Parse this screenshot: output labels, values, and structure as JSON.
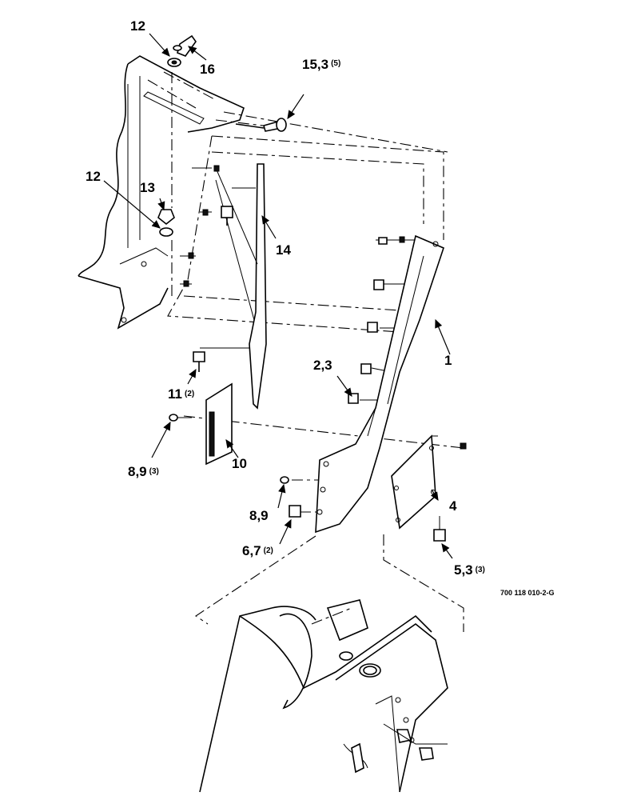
{
  "callouts": [
    {
      "id": "c1",
      "label": "1",
      "qty": ""
    },
    {
      "id": "c2",
      "label": "2,3",
      "qty": ""
    },
    {
      "id": "c4",
      "label": "4",
      "qty": ""
    },
    {
      "id": "c5",
      "label": "5,3",
      "qty": "(3)"
    },
    {
      "id": "c6",
      "label": "6,7",
      "qty": "(2)"
    },
    {
      "id": "c8a",
      "label": "8,9",
      "qty": "(3)"
    },
    {
      "id": "c8b",
      "label": "8,9",
      "qty": ""
    },
    {
      "id": "c10",
      "label": "10",
      "qty": ""
    },
    {
      "id": "c11",
      "label": "11",
      "qty": "(2)"
    },
    {
      "id": "c12a",
      "label": "12",
      "qty": ""
    },
    {
      "id": "c12b",
      "label": "12",
      "qty": ""
    },
    {
      "id": "c13",
      "label": "13",
      "qty": ""
    },
    {
      "id": "c14",
      "label": "14",
      "qty": ""
    },
    {
      "id": "c15",
      "label": "15,3",
      "qty": "(5)"
    },
    {
      "id": "c16",
      "label": "16",
      "qty": ""
    }
  ],
  "drawing_number": "700 118 010-2-G"
}
